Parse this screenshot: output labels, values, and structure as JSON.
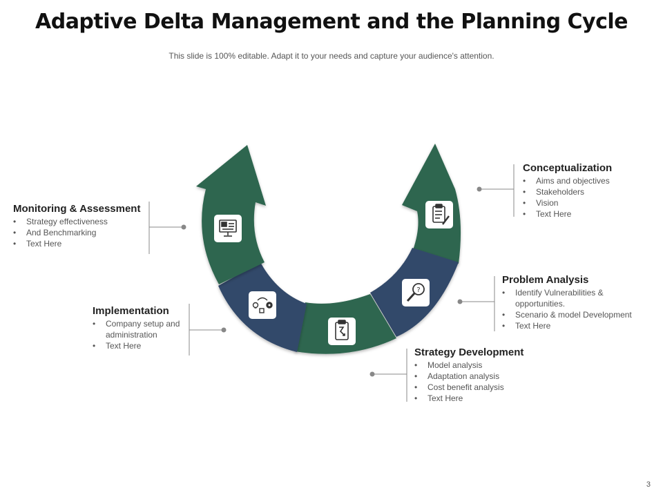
{
  "title": "Adaptive Delta Management and the Planning Cycle",
  "subtitle": "This slide is 100% editable. Adapt it to your needs and capture your audience's attention.",
  "colors": {
    "green": "#2f6650",
    "navy": "#33496b",
    "connector": "#888888"
  },
  "steps": [
    {
      "heading": "Conceptualization",
      "icon": "clipboard-pen-icon",
      "items": [
        "Aims and objectives",
        "Stakeholders",
        "Vision",
        "Text Here"
      ]
    },
    {
      "heading": "Problem Analysis",
      "icon": "magnifier-question-icon",
      "items": [
        "Identify Vulnerabilities & opportunities.",
        "Scenario & model Development",
        "Text Here"
      ]
    },
    {
      "heading": "Strategy Development",
      "icon": "strategy-clipboard-icon",
      "items": [
        "Model analysis",
        "Adaptation analysis",
        "Cost benefit analysis",
        "Text Here"
      ]
    },
    {
      "heading": "Implementation",
      "icon": "idea-cycle-gear-icon",
      "items": [
        "Company setup and administration",
        "Text Here"
      ]
    },
    {
      "heading": "Monitoring & Assessment",
      "icon": "monitor-chart-icon",
      "items": [
        "Strategy effectiveness",
        "And Benchmarking",
        "Text Here"
      ]
    }
  ],
  "page_number": "3"
}
